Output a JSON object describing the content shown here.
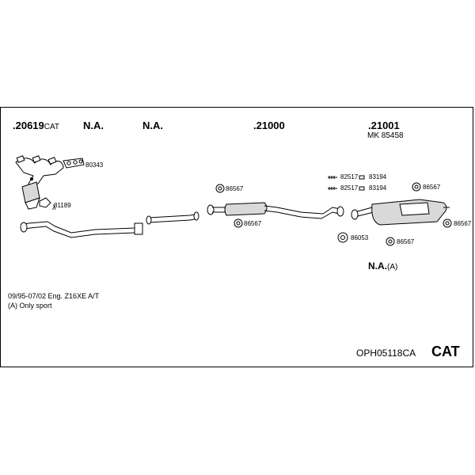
{
  "headers": {
    "col1_number": ".20619",
    "col1_suffix": "CAT",
    "col2": "N.A.",
    "col3": "N.A.",
    "col4": ".21000",
    "col5": ".21001",
    "col5_kit_prefix": "MK",
    "col5_kit_number": "85458"
  },
  "parts": {
    "manifold_gasket": "80343",
    "lambda_symbol": "λ",
    "ring_gasket": "81189",
    "front_clamp_top": "86567",
    "front_clamp_bottom": "86567",
    "bolt_top": "82517",
    "nut_top": "83194",
    "bolt_bottom": "82517",
    "nut_bottom": "83194",
    "rear_clamp_top": "86567",
    "rear_clamp_right": "86567",
    "rubber_mount": "86053",
    "rear_clamp_bottom": "86567"
  },
  "rear_note": {
    "label": "N.A.",
    "suffix": "(A)"
  },
  "info": {
    "line1": "09/95-07/02   Eng. Z16XE   A/T",
    "line2": "(A) Only sport"
  },
  "footer": {
    "code": "OPH05118CA",
    "type": "CAT"
  }
}
